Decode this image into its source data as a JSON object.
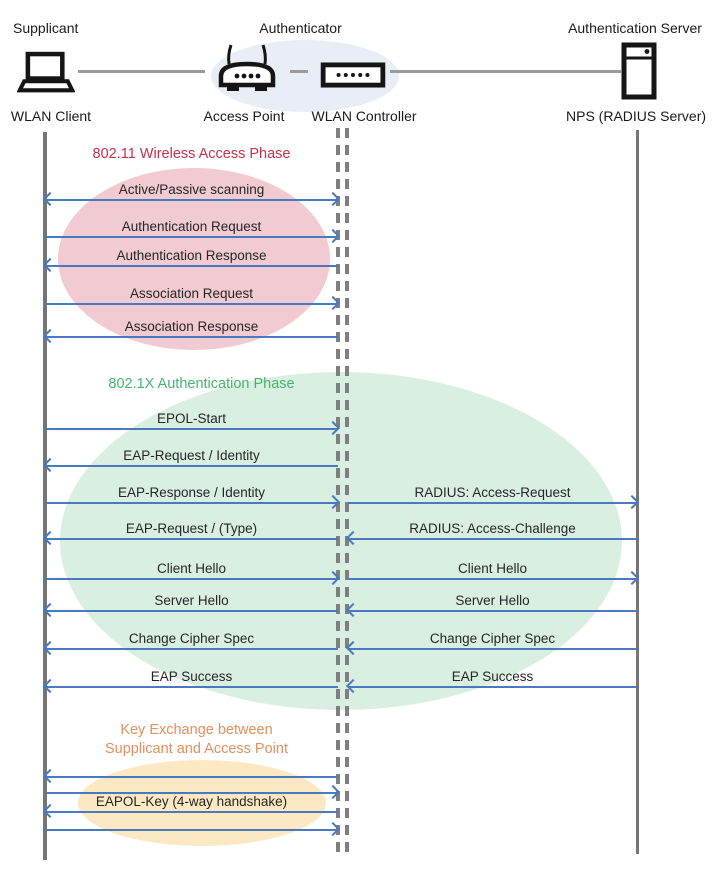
{
  "header": {
    "roles": [
      {
        "label": "Supplicant"
      },
      {
        "label": "Authenticator"
      },
      {
        "label": "Authentication Server"
      }
    ],
    "devices": [
      {
        "label": "WLAN Client",
        "icon": "laptop-icon"
      },
      {
        "label": "Access Point",
        "icon": "wireless-router-icon"
      },
      {
        "label": "WLAN Controller",
        "icon": "controller-icon"
      },
      {
        "label": "NPS (RADIUS Server)",
        "icon": "server-icon"
      }
    ]
  },
  "phases": [
    {
      "title": "802.11 Wireless Access Phase",
      "title_color": "#c2324b",
      "ellipse_color": "#f1cbd1"
    },
    {
      "title": "802.1X Authentication Phase",
      "title_color": "#44b56e",
      "ellipse_color": "#d9efe1"
    },
    {
      "title_line1": "Key Exchange between",
      "title_line2": "Supplicant and Access Point",
      "title_color": "#e2905d",
      "ellipse_color": "#fce9c3"
    }
  ],
  "messages": {
    "active_passive_scanning": "Active/Passive scanning",
    "authentication_request": "Authentication Request",
    "authentication_response": "Authentication  Response",
    "association_request": "Association Request",
    "association_response": "Association Response",
    "epol_start": "EPOL-Start",
    "eap_request_identity": "EAP-Request / Identity",
    "eap_response_identity": "EAP-Response / Identity",
    "radius_access_request": "RADIUS: Access-Request",
    "eap_request_type": "EAP-Request / (Type)",
    "radius_access_challenge": "RADIUS: Access-Challenge",
    "client_hello": "Client Hello",
    "server_hello": "Server  Hello",
    "change_cipher_spec": "Change Cipher Spec",
    "eap_success": "EAP Success",
    "eapol_key": "EAPOL-Key (4-way handshake)"
  },
  "colors": {
    "arrow_blue": "#4b79be",
    "lifeline_gray": "#7f7f7f",
    "hub_ellipse_fill": "#e9edf6",
    "connector_gray": "#9a9a9a"
  }
}
